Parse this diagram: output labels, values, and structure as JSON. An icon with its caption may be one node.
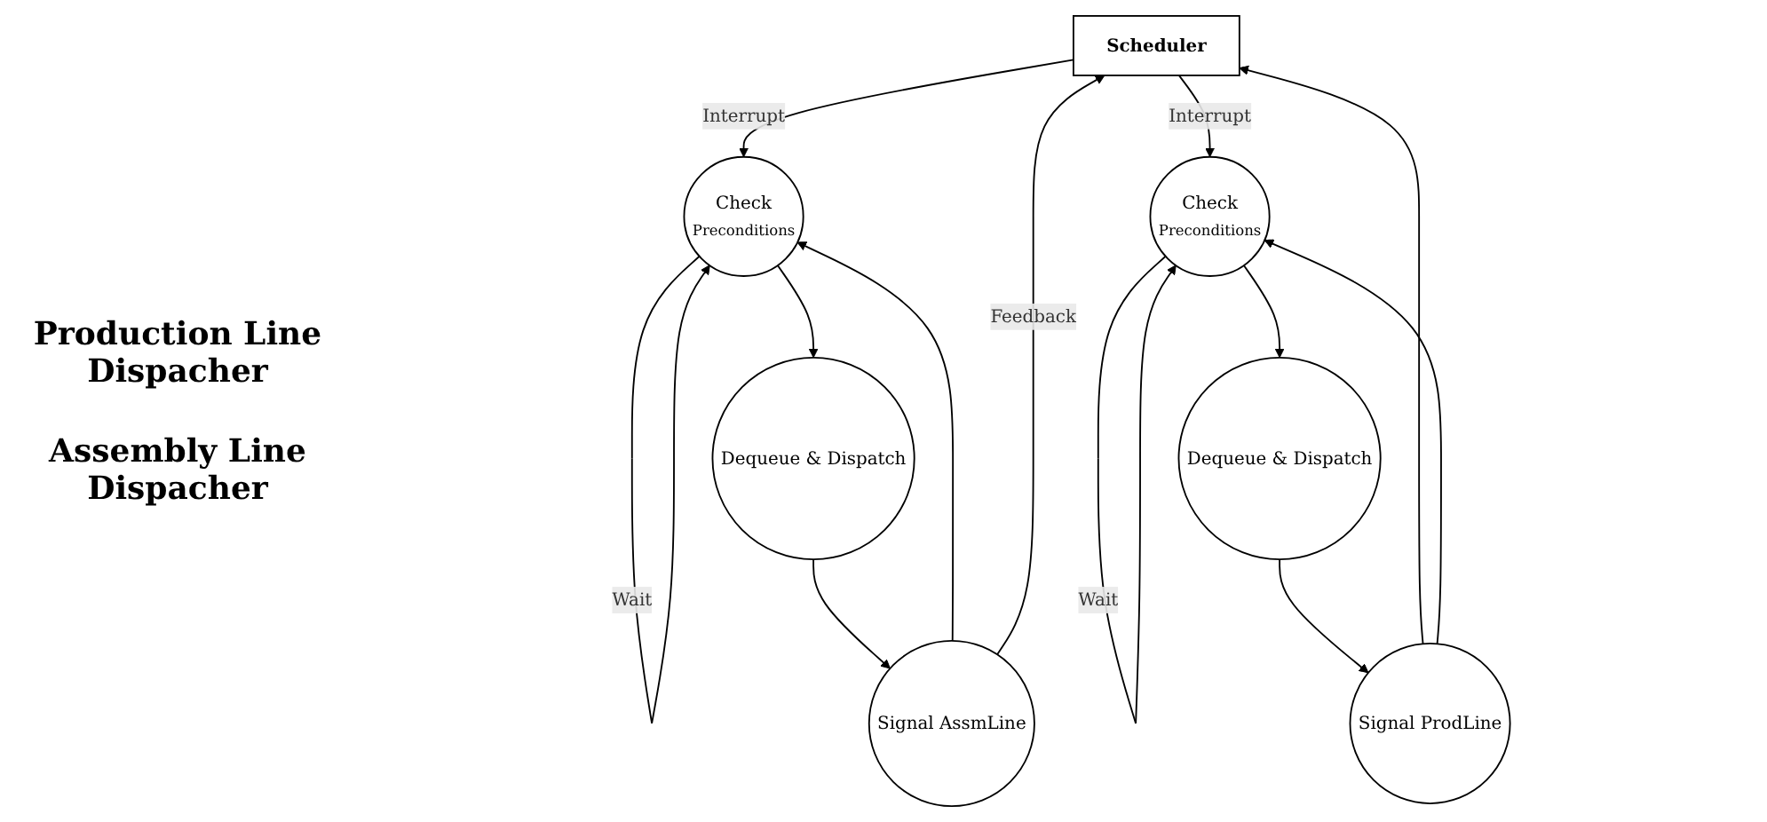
{
  "diagram": {
    "nodes": [
      {
        "text": [
          "Scheduler"
        ]
      },
      {
        "text": [
          "Check",
          "Preconditions"
        ]
      },
      {
        "text": [
          "Dequeue & Dispatch"
        ]
      },
      {
        "text": [
          "Signal AssmLine"
        ]
      },
      {
        "text": [
          "Check",
          "Preconditions"
        ]
      },
      {
        "text": [
          "Signal ProdLine"
        ]
      },
      {
        "text": [
          "Dequeue & Dispatch"
        ]
      }
    ],
    "edges": [
      {
        "from": 0,
        "to": 1,
        "arrow": "to",
        "label": "Interrupt"
      },
      {
        "from": 0,
        "to": 4,
        "arrow": "to",
        "label": "Interrupt"
      },
      {
        "from": 1,
        "to": 1,
        "arrow": "to",
        "label": "Wait"
      },
      {
        "from": 1,
        "to": 2,
        "arrow": "to"
      },
      {
        "from": 2,
        "to": 3,
        "arrow": "to"
      },
      {
        "from": 3,
        "to": 1,
        "arrow": "to"
      },
      {
        "from": 3,
        "to": 0,
        "arrow": "to",
        "label": "Feedback"
      },
      {
        "from": 5,
        "to": 0,
        "arrow": "to"
      },
      {
        "from": 4,
        "to": 4,
        "arrow": "to",
        "label": "Wait"
      },
      {
        "from": 4,
        "to": 6,
        "arrow": "to"
      },
      {
        "from": 6,
        "to": 5,
        "arrow": "to"
      },
      {
        "from": 5,
        "to": 4,
        "arrow": "to"
      }
    ],
    "labels": [
      "Production Line Dispacher",
      "Assembly Line Dispacher"
    ]
  }
}
